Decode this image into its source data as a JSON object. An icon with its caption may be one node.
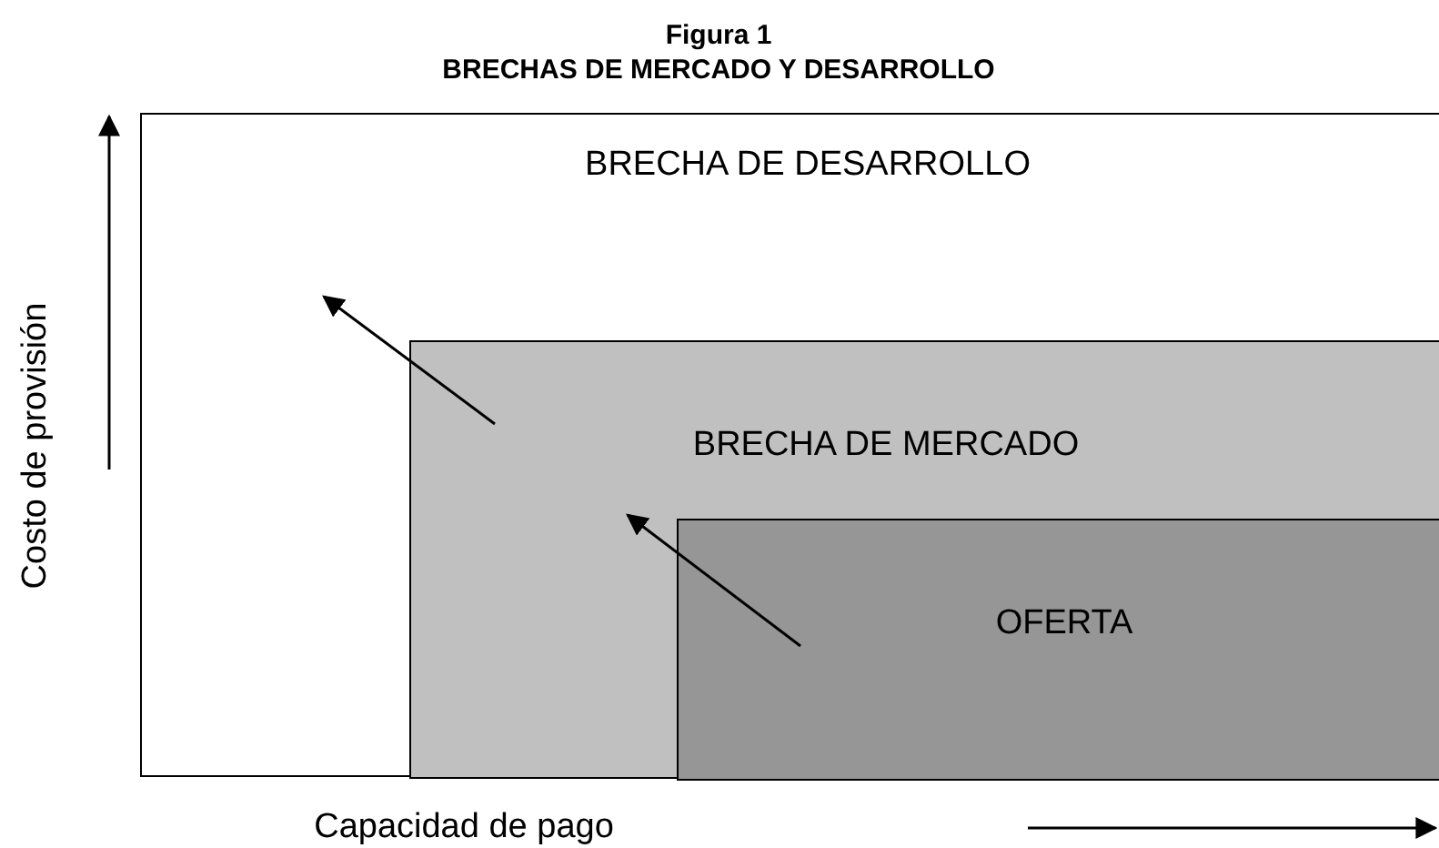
{
  "diagram": {
    "title": "BRECHAS DE MERCADO Y DESARROLLO",
    "nodes": [
      {
        "text": [
          "BRECHA DE DESARROLLO"
        ]
      },
      {
        "text": [
          "BRECHA DE MERCADO"
        ],
        "in": 0
      },
      {
        "text": [
          "OFERTA"
        ],
        "in": 1
      }
    ],
    "labels": [
      "Figura 1",
      "Costo de provisión",
      "Capacidad de pago"
    ]
  }
}
